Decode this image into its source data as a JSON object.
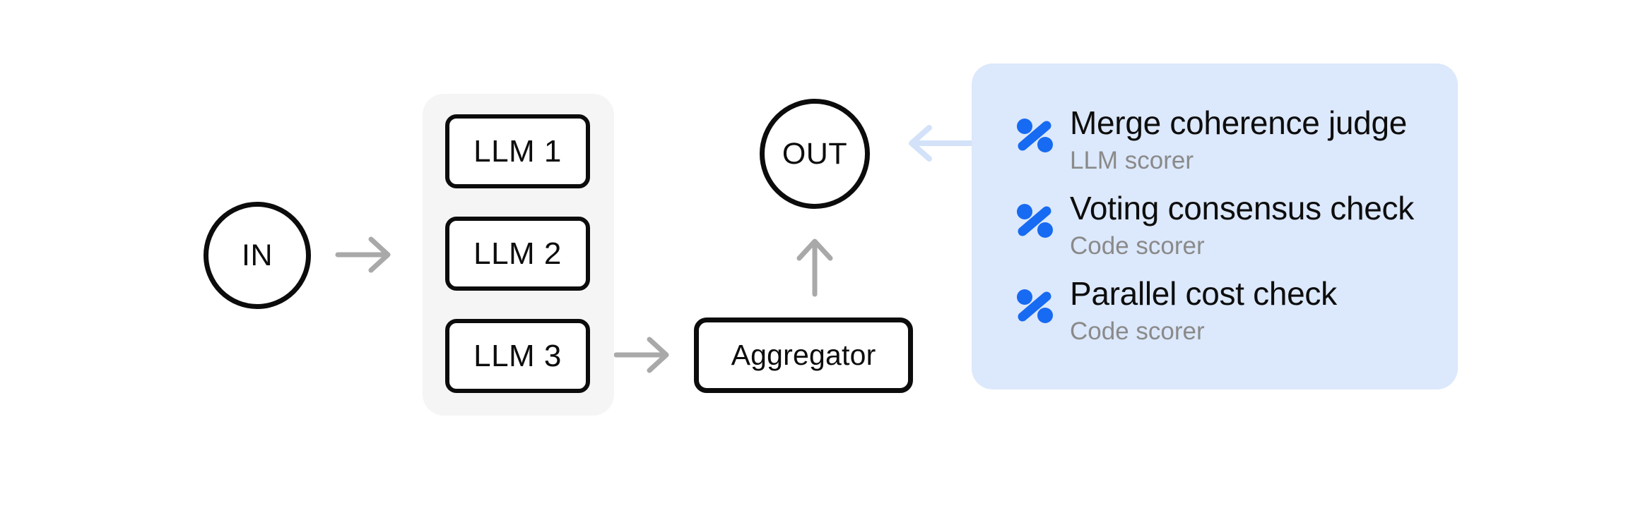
{
  "diagram": {
    "title": "parallel-llm-workflow",
    "background_color": "#ffffff",
    "node_border_color": "#0c0c0c",
    "gray_arrow_color": "#a9a9a9",
    "blue_arrow_color": "#d3e2f9",
    "llm_group_background": "#f5f5f5",
    "nodes": {
      "input": {
        "label": "IN",
        "shape": "circle"
      },
      "llms": [
        {
          "label": "LLM 1"
        },
        {
          "label": "LLM 2"
        },
        {
          "label": "LLM 3"
        }
      ],
      "aggregator": {
        "label": "Aggregator",
        "shape": "rect"
      },
      "output": {
        "label": "OUT",
        "shape": "circle"
      }
    },
    "scorer_panel": {
      "background_color": "#dce8fb",
      "accent_color": "#176af2",
      "subtitle_color": "#8a8a8a",
      "items": [
        {
          "icon": "percent-icon",
          "name": "Merge coherence judge",
          "type": "LLM scorer"
        },
        {
          "icon": "percent-icon",
          "name": "Voting consensus check",
          "type": "Code scorer"
        },
        {
          "icon": "percent-icon",
          "name": "Parallel cost check",
          "type": "Code scorer"
        }
      ]
    }
  }
}
